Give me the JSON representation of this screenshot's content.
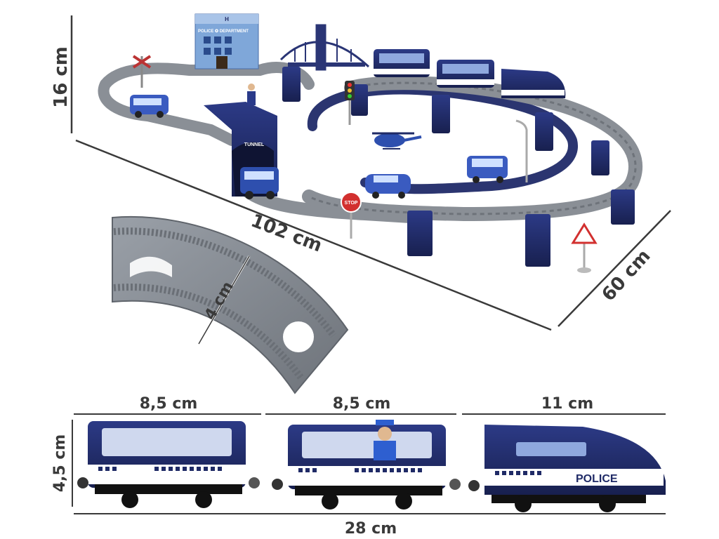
{
  "dimensions": {
    "height_set": "16 cm",
    "length_set": "102 cm",
    "width_set": "60 cm",
    "track_width": "4 cm",
    "wagon1_length": "8,5 cm",
    "wagon2_length": "8,5 cm",
    "loco_length": "11 cm",
    "train_height": "4,5 cm",
    "train_total": "28 cm"
  },
  "labels": {
    "station_sign": "POLICE ✪ DEPARTMENT",
    "tunnel_sign": "TUNNEL",
    "stop_sign": "STOP",
    "loco_police": "POLICE",
    "heli_pad": "H"
  },
  "colors": {
    "navy": "#1f2a66",
    "track_grey": "#8a8f96",
    "track_dark": "#5f646b",
    "white": "#ffffff"
  }
}
